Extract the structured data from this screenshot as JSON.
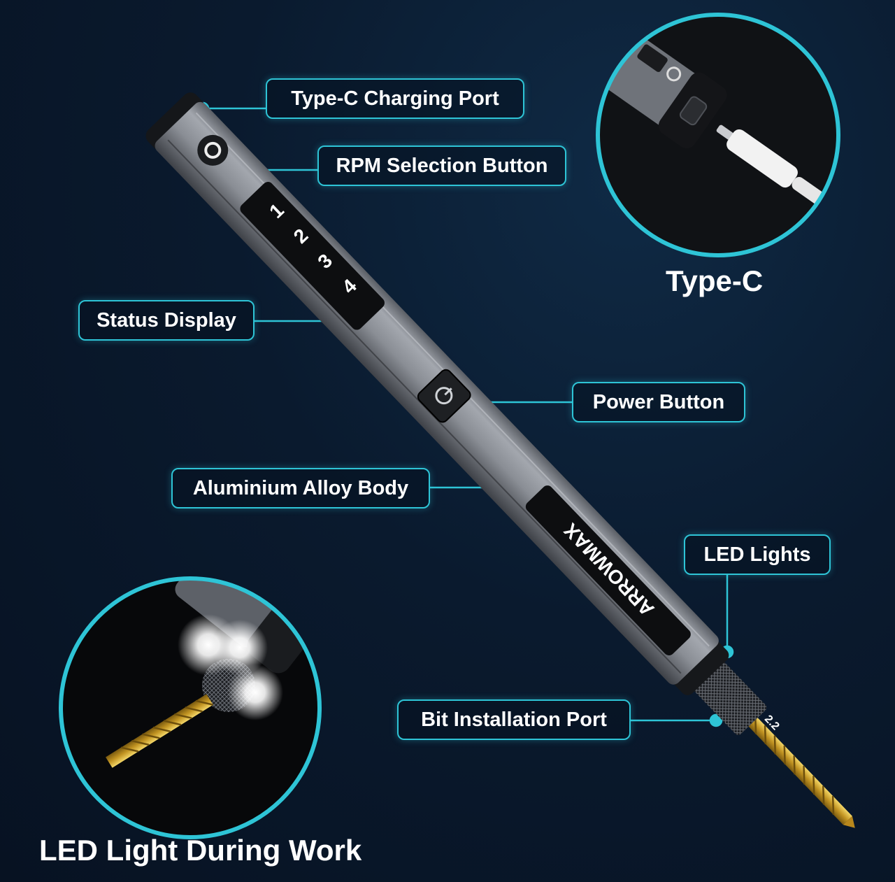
{
  "callouts": {
    "type_c_charging_port": "Type-C Charging Port",
    "rpm_selection_button": "RPM Selection Button",
    "status_display": "Status Display",
    "power_button": "Power Button",
    "aluminium_alloy_body": "Aluminium Alloy Body",
    "led_lights": "LED Lights",
    "bit_installation_port": "Bit Installation Port"
  },
  "insets": {
    "type_c_caption": "Type-C",
    "led_caption": "LED Light During Work"
  },
  "product": {
    "brand": "ARROWMAX",
    "display_digits": [
      "1",
      "2",
      "3",
      "4"
    ],
    "bit_marking": "2.2"
  },
  "colors": {
    "accent": "#2ec4d6",
    "background": "#0a1a2e",
    "body": "#8e9299",
    "drill_bit": "#d9b33a"
  }
}
